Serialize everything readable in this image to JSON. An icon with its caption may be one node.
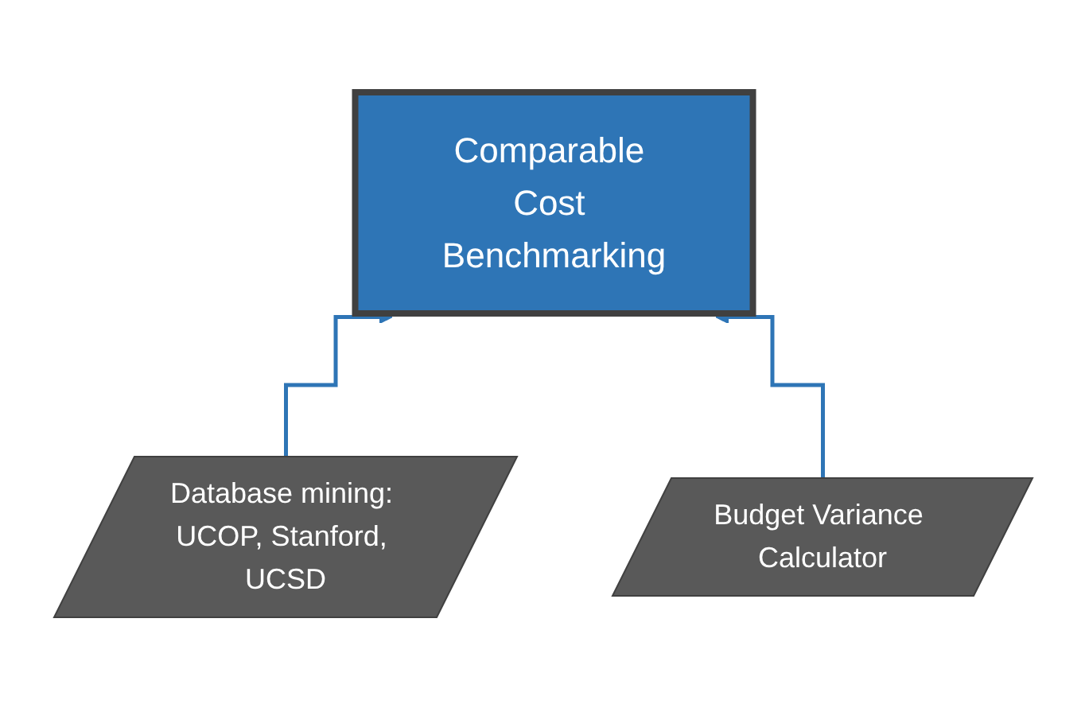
{
  "diagram": {
    "nodes": [
      {
        "text": [
          "Comparable Cost Benchmarking"
        ]
      },
      {
        "text": [
          "Database mining: UCOP, Stanford, UCSD"
        ]
      },
      {
        "text": [
          "Budget Variance Calculator"
        ]
      }
    ],
    "edges": [
      {
        "from": 1,
        "to": 0,
        "arrow": "to"
      },
      {
        "from": 2,
        "to": 0,
        "arrow": "to"
      }
    ]
  }
}
